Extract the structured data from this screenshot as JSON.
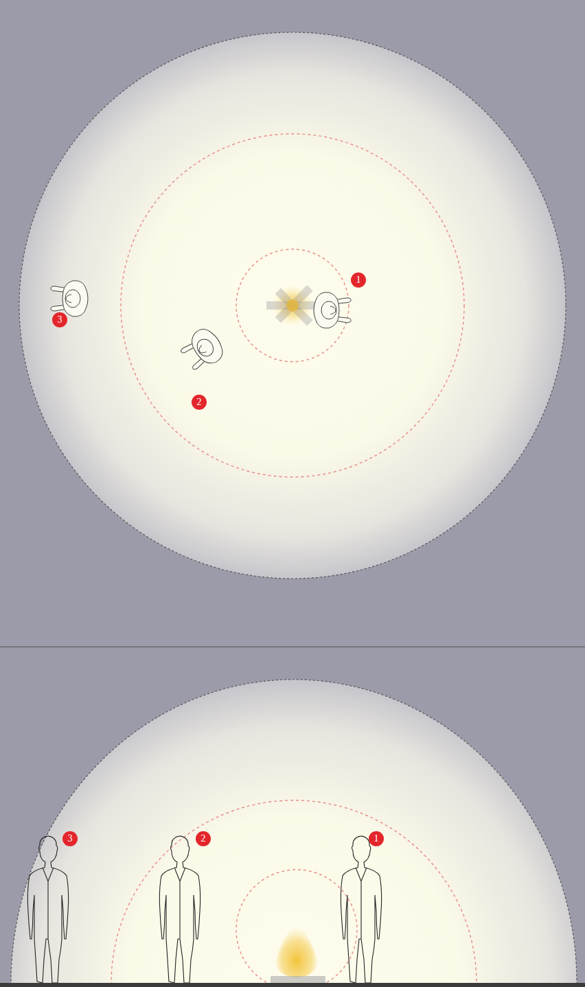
{
  "diagram": {
    "labels": [
      "1",
      "3",
      "2",
      "3",
      "2",
      "1"
    ]
  }
}
